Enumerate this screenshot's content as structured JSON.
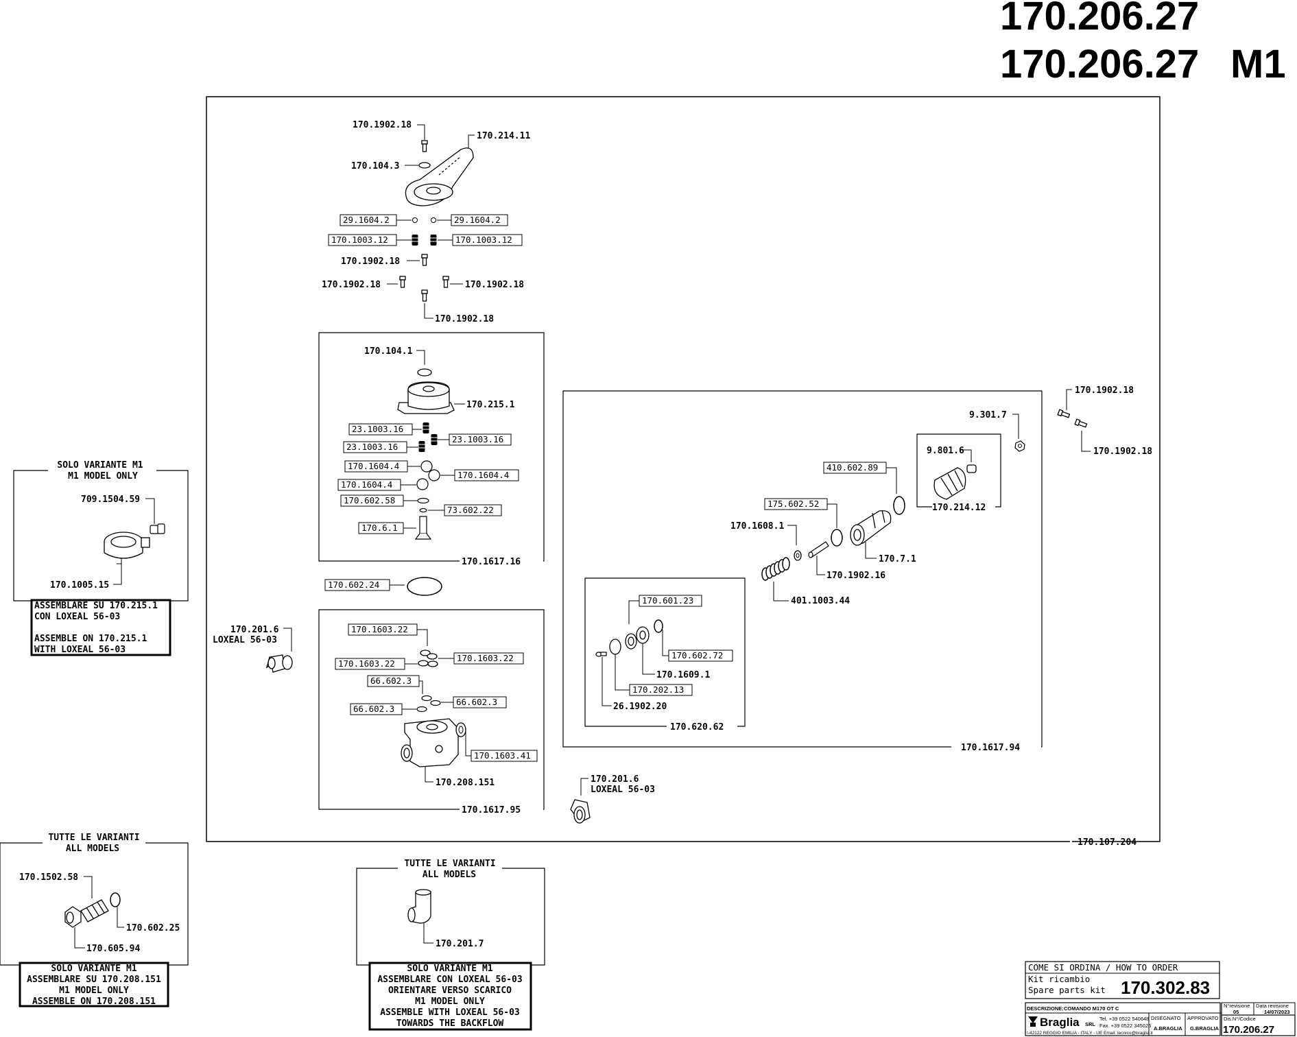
{
  "header": {
    "code1": "170.206.27",
    "code2": "170.206.27",
    "variant": "M1"
  },
  "labels": {
    "p_1902_18_a": "170.1902.18",
    "p_214_11": "170.214.11",
    "p_104_3": "170.104.3",
    "p_29_1604_2_l": "29.1604.2",
    "p_29_1604_2_r": "29.1604.2",
    "p_1003_12_l": "170.1003.12",
    "p_1003_12_r": "170.1003.12",
    "p_1902_18_b": "170.1902.18",
    "p_1902_18_c": "170.1902.18",
    "p_1902_18_d": "170.1902.18",
    "p_1902_18_e": "170.1902.18",
    "p_104_1": "170.104.1",
    "p_215_1": "170.215.1",
    "p_23_1003_16_a": "23.1003.16",
    "p_23_1003_16_b": "23.1003.16",
    "p_23_1003_16_c": "23.1003.16",
    "p_1604_4_a": "170.1604.4",
    "p_1604_4_b": "170.1604.4",
    "p_1604_4_c": "170.1604.4",
    "p_602_58": "170.602.58",
    "p_73_602_22": "73.602.22",
    "p_6_1": "170.6.1",
    "p_1617_16": "170.1617.16",
    "p_602_24": "170.602.24",
    "p_1603_22_a": "170.1603.22",
    "p_1603_22_b": "170.1603.22",
    "p_1603_22_c": "170.1603.22",
    "p_66_602_3_a": "66.602.3",
    "p_66_602_3_b": "66.602.3",
    "p_66_602_3_c": "66.602.3",
    "p_1603_41": "170.1603.41",
    "p_208_151": "170.208.151",
    "p_1617_95": "170.1617.95",
    "p_201_6_l": "170.201.6",
    "loxeal_l": "LOXEAL 56-03",
    "p_201_6_b": "170.201.6",
    "loxeal_b": "LOXEAL 56-03",
    "p_107_204": "170.107.204",
    "p_9_301_7": "9.301.7",
    "p_1902_18_r1": "170.1902.18",
    "p_1902_18_r2": "170.1902.18",
    "p_9_801_6": "9.801.6",
    "p_214_12": "170.214.12",
    "p_410_602_89": "410.602.89",
    "p_175_602_52": "175.602.52",
    "p_1608_1": "170.1608.1",
    "p_7_1": "170.7.1",
    "p_1902_16": "170.1902.16",
    "p_401_1003_44": "401.1003.44",
    "p_601_23": "170.601.23",
    "p_602_72": "170.602.72",
    "p_1609_1": "170.1609.1",
    "p_202_13": "170.202.13",
    "p_26_1902_20": "26.1902.20",
    "p_620_62": "170.620.62",
    "p_1617_94": "170.1617.94",
    "p_709_1504_59": "709.1504.59",
    "p_1005_15": "170.1005.15",
    "p_1502_58": "170.1502.58",
    "p_602_25": "170.602.25",
    "p_605_94": "170.605.94",
    "p_201_7": "170.201.7"
  },
  "boxes": {
    "m1_title1": "SOLO VARIANTE M1",
    "m1_title2": "M1 MODEL ONLY",
    "m1_note": [
      "ASSEMBLARE SU 170.215.1",
      "CON LOXEAL 56-03",
      "",
      "ASSEMBLE ON 170.215.1",
      "WITH LOXEAL 56-03"
    ],
    "all1_title1": "TUTTE LE VARIANTI",
    "all1_title2": "ALL MODELS",
    "all1_note": [
      "SOLO VARIANTE M1",
      "ASSEMBLARE SU 170.208.151",
      "M1 MODEL ONLY",
      "ASSEMBLE ON 170.208.151"
    ],
    "all2_title1": "TUTTE LE VARIANTI",
    "all2_title2": "ALL MODELS",
    "all2_note": [
      "SOLO VARIANTE M1",
      "ASSEMBLARE CON LOXEAL 56-03",
      "ORIENTARE VERSO SCARICO",
      "M1 MODEL ONLY",
      "ASSEMBLE WITH LOXEAL 56-03",
      "TOWARDS THE BACKFLOW"
    ]
  },
  "title_block": {
    "how_to_order": "COME SI ORDINA / HOW TO ORDER",
    "kit_it": "Kit ricambio",
    "kit_en": "Spare parts kit",
    "kit_code": "170.302.83",
    "nrev_label": "N°revisione",
    "nrev": "05",
    "date_label": "Data revisione",
    "date": "14/07/2023",
    "desc_label": "DESCRIZIONE:",
    "desc": "COMANDO M170 OT C",
    "brand": "Braglia",
    "brand_suffix": "SRL",
    "tel": "Tel. +39 0522 540648",
    "fax": "Fax. +39 0522 345025",
    "address": "I-42122 REGGIO EMILIA - ITALY - UE Email: tecnico@braglia.it",
    "drawn_label": "DISEGNATO",
    "drawn": "A.BRAGLIA",
    "approved_label": "APPROVATO",
    "approved": "G.BRAGLIA",
    "code_label": "Dis.N°/Codice",
    "code": "170.206.27"
  }
}
